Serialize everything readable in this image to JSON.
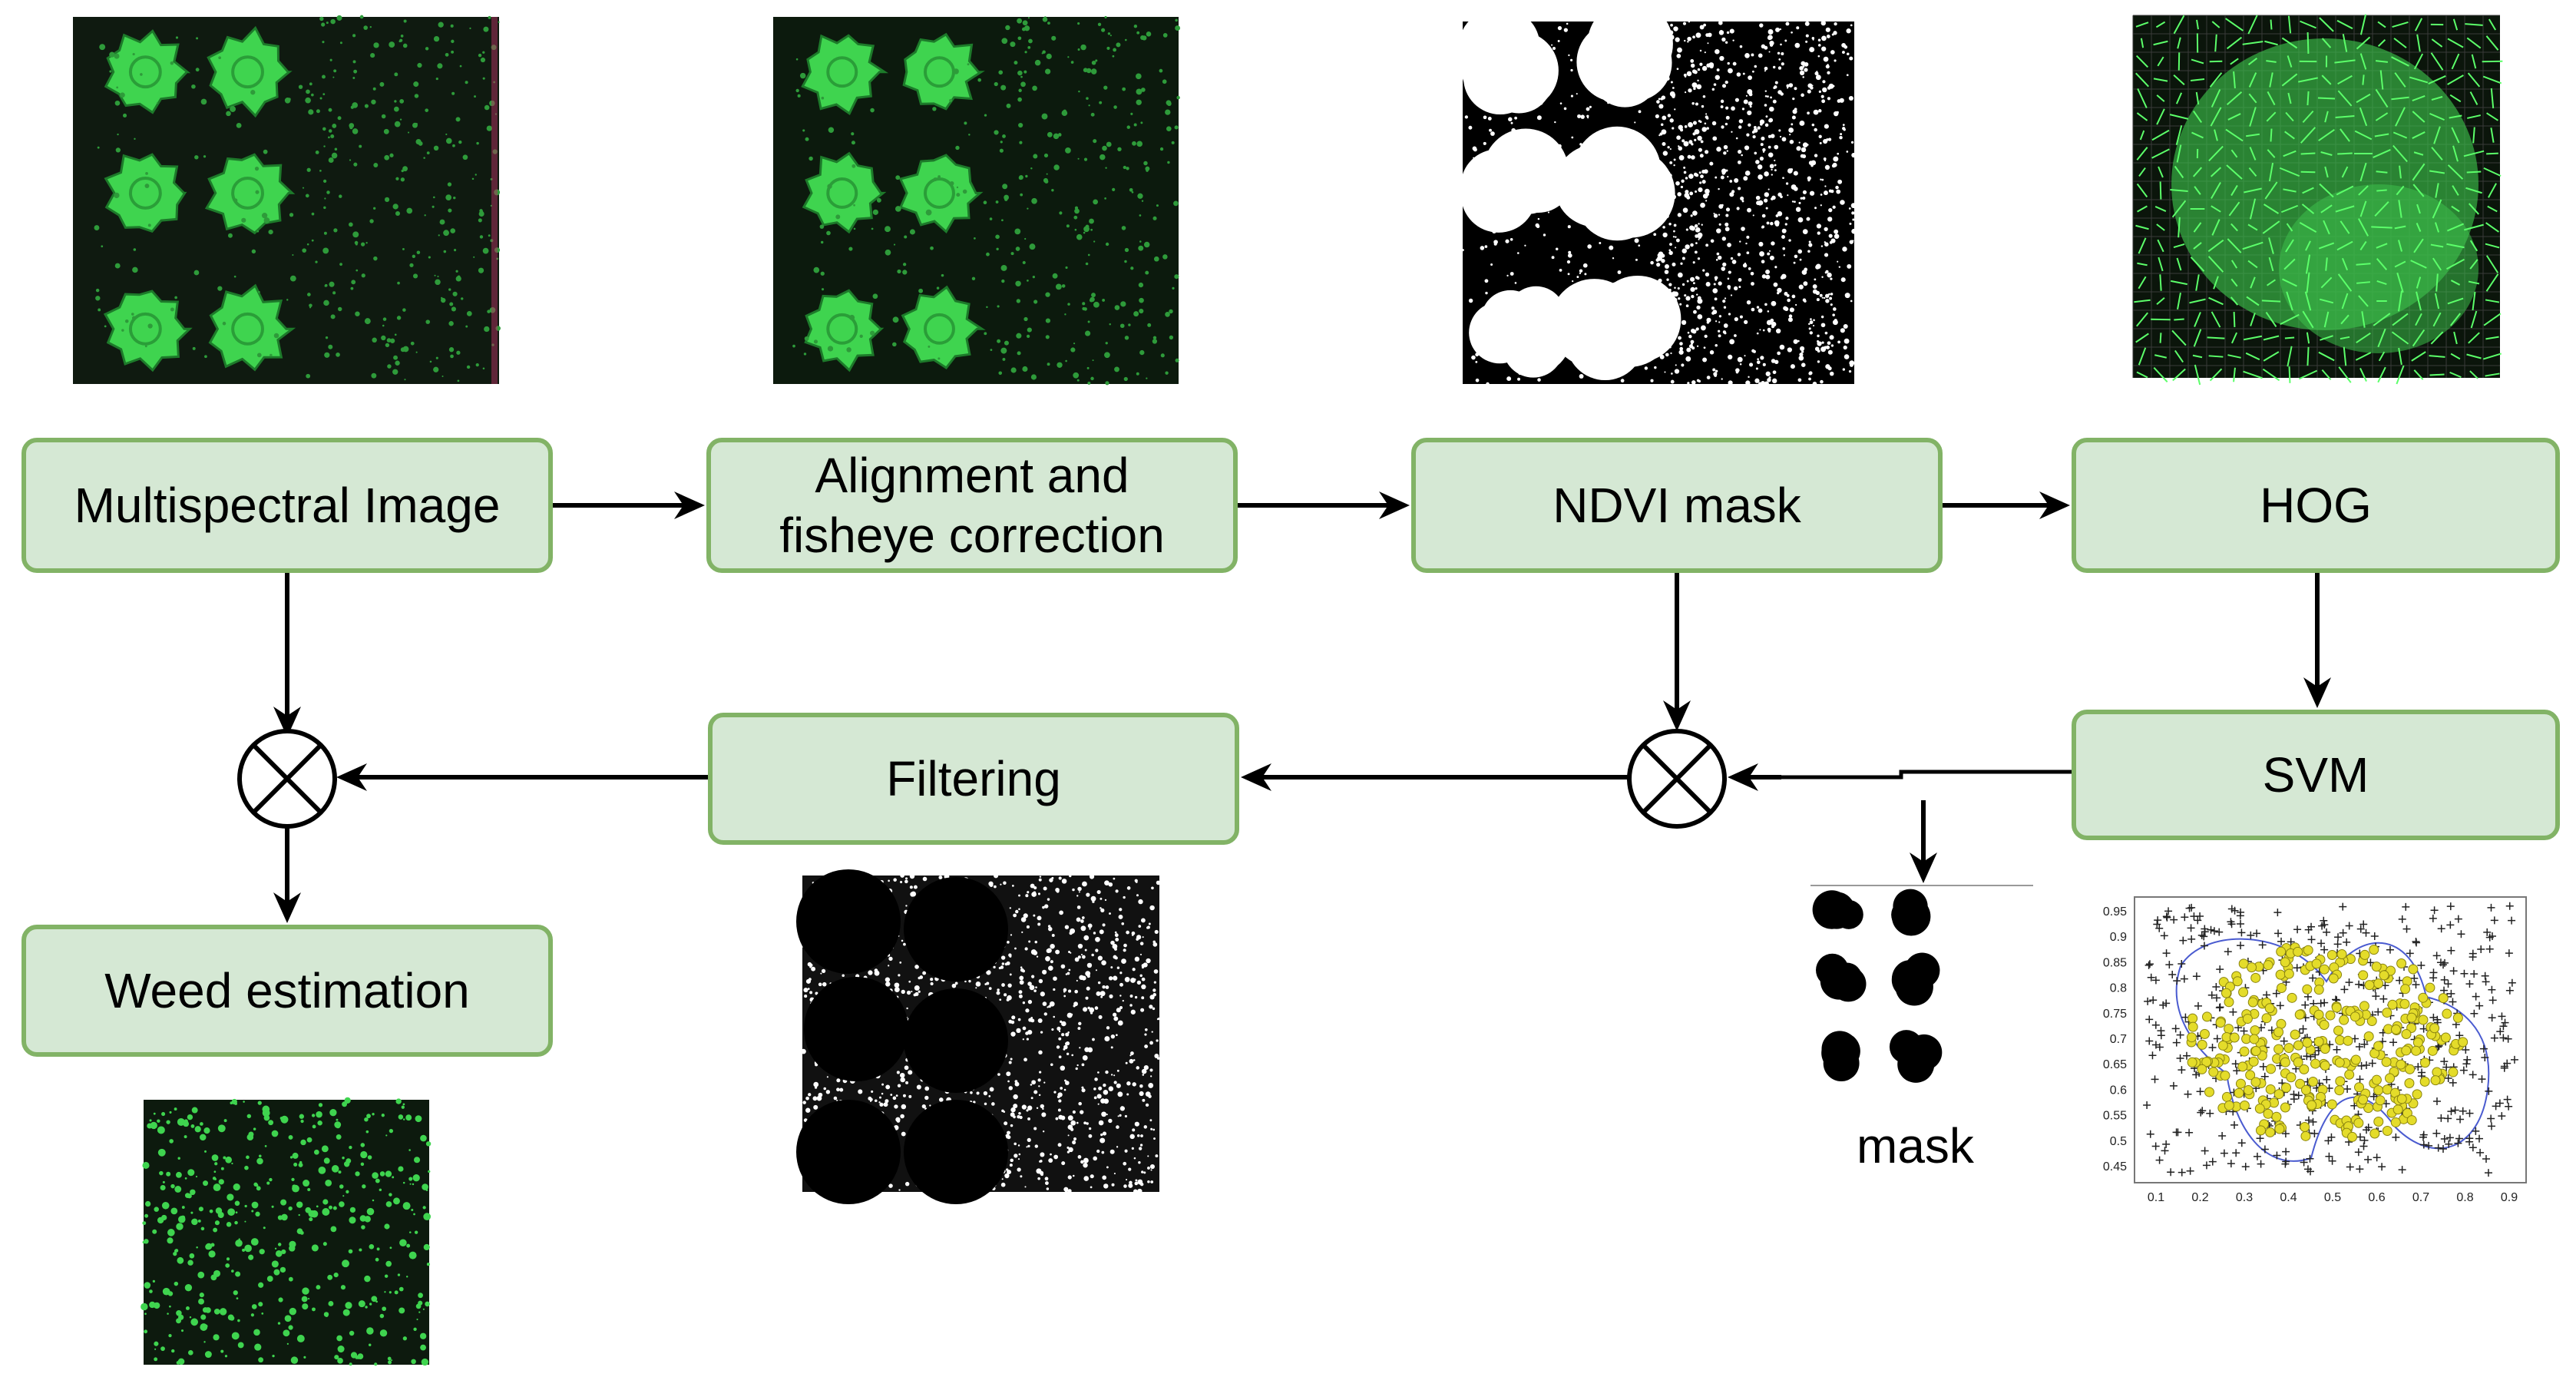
{
  "nodes": {
    "multispectral": "Multispectral Image",
    "alignment": "Alignment and\nfisheye correction",
    "ndvi": "NDVI mask",
    "hog": "HOG",
    "svm": "SVM",
    "filtering": "Filtering",
    "weed": "Weed estimation"
  },
  "captions": {
    "mask": "mask"
  },
  "colors": {
    "node_fill": "#d5e8d4",
    "node_border": "#82b366",
    "plant_green": "#3fd44f",
    "svm_point": "#e4dc2a"
  },
  "svm_plot": {
    "y_ticks": [
      "0.95",
      "0.9",
      "0.85",
      "0.8",
      "0.75",
      "0.7",
      "0.65",
      "0.6",
      "0.55",
      "0.5",
      "0.45"
    ],
    "x_ticks": [
      "0.1",
      "0.2",
      "0.3",
      "0.4",
      "0.5",
      "0.6",
      "0.7",
      "0.8",
      "0.9"
    ]
  }
}
